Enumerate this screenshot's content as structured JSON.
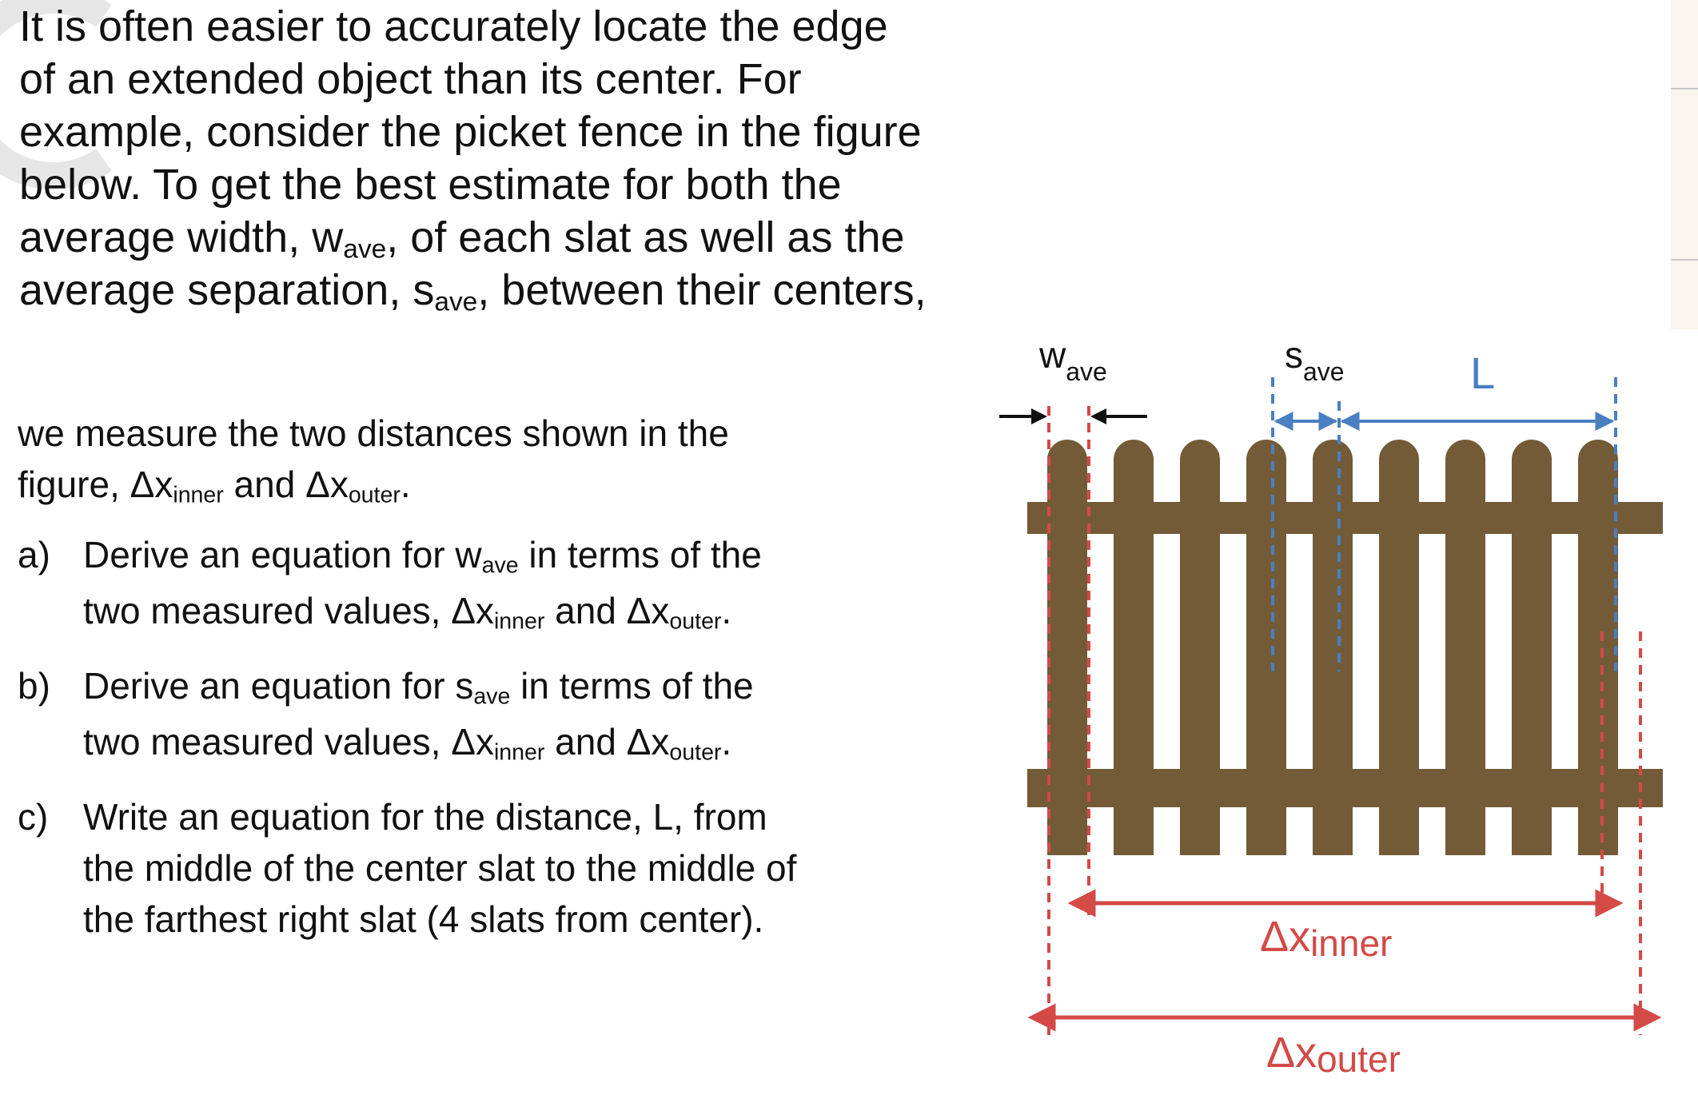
{
  "intro": {
    "line1": "It is often easier to accurately locate the edge",
    "line2": "of an extended object than its center.  For",
    "line3": "example, consider the picket fence in the figure",
    "line4": "below.  To get the best estimate for both the",
    "line5_pre": "average width, w",
    "line5_sub": "ave",
    "line5_post": ", of each slat as well as the",
    "line6_pre": "average separation, s",
    "line6_sub": "ave",
    "line6_post": ", between their centers,"
  },
  "lead": {
    "line1": "we measure the two distances shown in the",
    "line2_pre": "figure, Δx",
    "line2_sub1": "inner",
    "line2_mid": " and Δx",
    "line2_sub2": "outer",
    "line2_post": "."
  },
  "questions": [
    {
      "marker": "a)",
      "l1_pre": "Derive an equation for w",
      "l1_sub": "ave",
      "l1_post": " in terms of the",
      "l2_pre": "two measured values, Δx",
      "l2_sub1": "inner",
      "l2_mid": " and Δx",
      "l2_sub2": "outer",
      "l2_post": "."
    },
    {
      "marker": "b)",
      "l1_pre": "Derive an equation for s",
      "l1_sub": "ave",
      "l1_post": " in terms of the",
      "l2_pre": "two measured values, Δx",
      "l2_sub1": "inner",
      "l2_mid": " and Δx",
      "l2_sub2": "outer",
      "l2_post": "."
    },
    {
      "marker": "c)",
      "l1": "Write an equation for the distance, L, from",
      "l2": "the middle of the center slat to the middle of",
      "l3": "the farthest right slat (4 slats from center)."
    }
  ],
  "figure": {
    "w_label": "w",
    "w_sub": "ave",
    "s_label": "s",
    "s_sub": "ave",
    "L_label": "L",
    "inner_label": "Δx",
    "inner_sub": "inner",
    "outer_label": "Δx",
    "outer_sub": "outer",
    "colors": {
      "wood": "#735b37",
      "red": "#d34a47",
      "blue": "#4a7fc1",
      "black": "#111111"
    }
  }
}
